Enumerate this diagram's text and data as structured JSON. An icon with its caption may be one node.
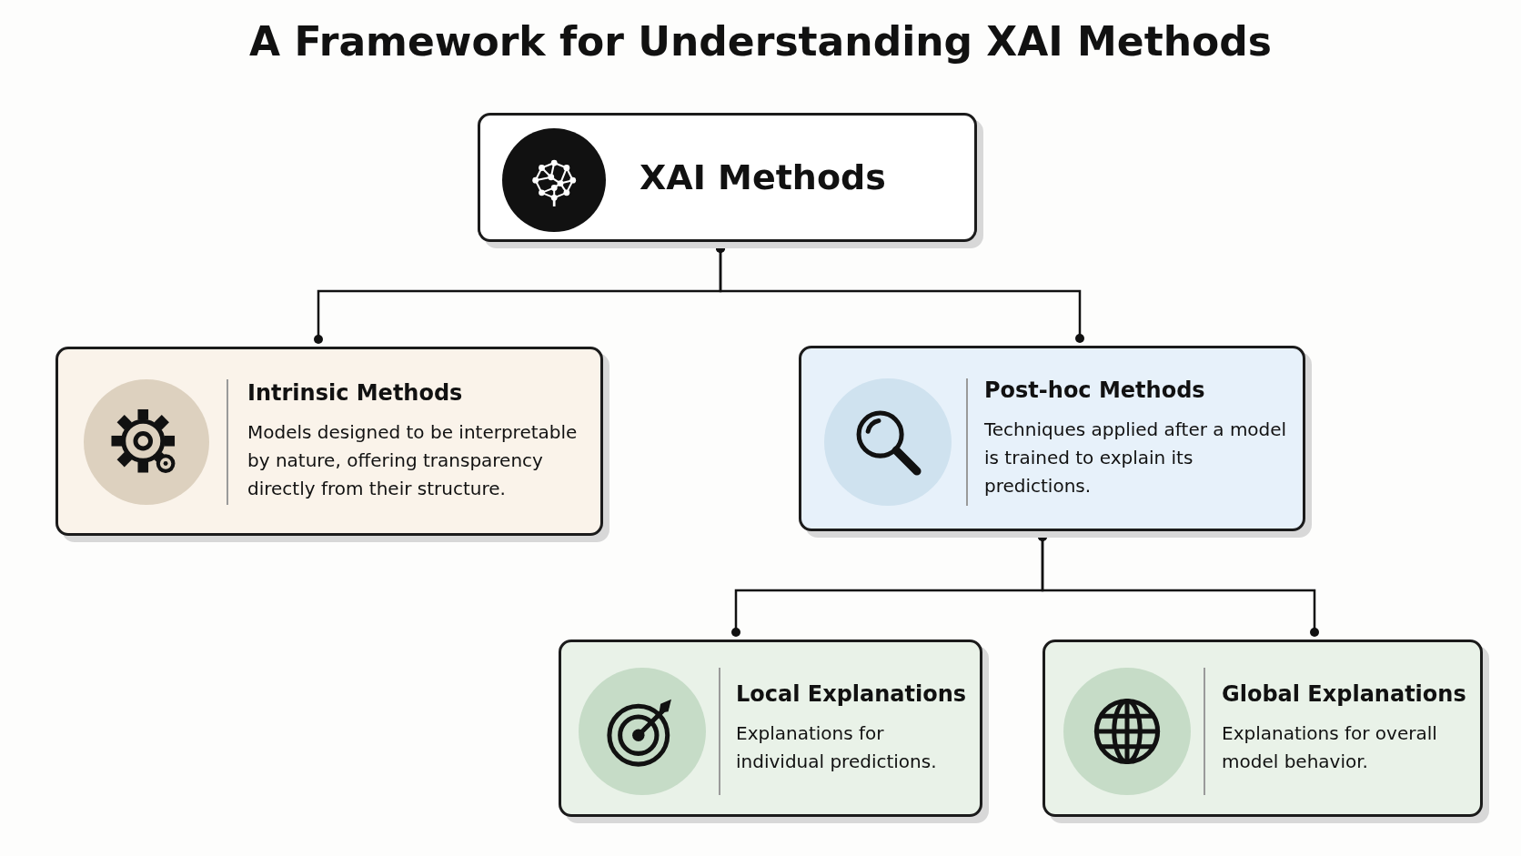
{
  "diagram": {
    "title": "A Framework for Understanding XAI Methods",
    "nodes": [
      {
        "text": [
          "XAI Methods"
        ]
      },
      {
        "text": [
          "Intrinsic Methods",
          "Models designed to be interpretable by nature, offering transparency directly from their structure."
        ]
      },
      {
        "text": [
          "Post-hoc Methods",
          "Techniques applied after a model is trained to explain its predictions."
        ]
      },
      {
        "text": [
          "Local Explanations",
          "Explanations for individual predictions."
        ]
      },
      {
        "text": [
          "Global Explanations",
          "Explanations for overall model behavior."
        ]
      }
    ],
    "edges": [
      {
        "from": 0,
        "to": 1,
        "arrow": "other"
      },
      {
        "from": 0,
        "to": 2,
        "arrow": "other"
      },
      {
        "from": 2,
        "to": 3,
        "arrow": "other"
      },
      {
        "from": 2,
        "to": 4,
        "arrow": "other"
      }
    ]
  }
}
